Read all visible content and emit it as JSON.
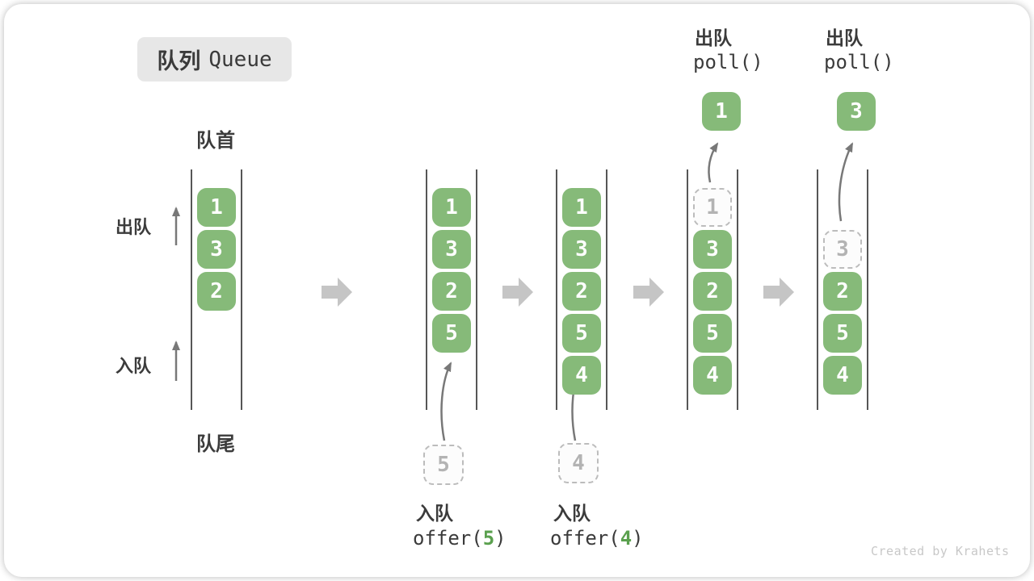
{
  "title": {
    "zh": "队列",
    "en": "Queue"
  },
  "watermark": "Created by Krahets",
  "labels": {
    "front": "队首",
    "rear": "队尾",
    "dequeue": "出队",
    "enqueue": "入队"
  },
  "queue1": {
    "cells": [
      "1",
      "3",
      "2"
    ]
  },
  "queue2": {
    "cells": [
      "1",
      "3",
      "2",
      "5"
    ],
    "pending": "5",
    "caption": "入队",
    "code_prefix": "offer(",
    "code_arg": "5",
    "code_suffix": ")"
  },
  "queue3": {
    "cells": [
      "1",
      "3",
      "2",
      "5",
      "4"
    ],
    "pending": "4",
    "caption": "入队",
    "code_prefix": "offer(",
    "code_arg": "4",
    "code_suffix": ")"
  },
  "queue4": {
    "caption": "出队",
    "code": "poll()",
    "popped": "1",
    "removed": "1",
    "cells": [
      "3",
      "2",
      "5",
      "4"
    ]
  },
  "queue5": {
    "caption": "出队",
    "code": "poll()",
    "popped": "3",
    "removed": "3",
    "cells": [
      "2",
      "5",
      "4"
    ]
  },
  "colors": {
    "cell_green": "#86ba79",
    "code_green": "#5aa04e",
    "step_arrow_gray": "#c5c5c5",
    "thin_arrow_gray": "#787878",
    "text_dark": "#3b3b3b",
    "dashed_gray": "#bcbcbc",
    "badge_bg": "#e7e7e7",
    "watermark_gray": "#c8c8c8"
  }
}
